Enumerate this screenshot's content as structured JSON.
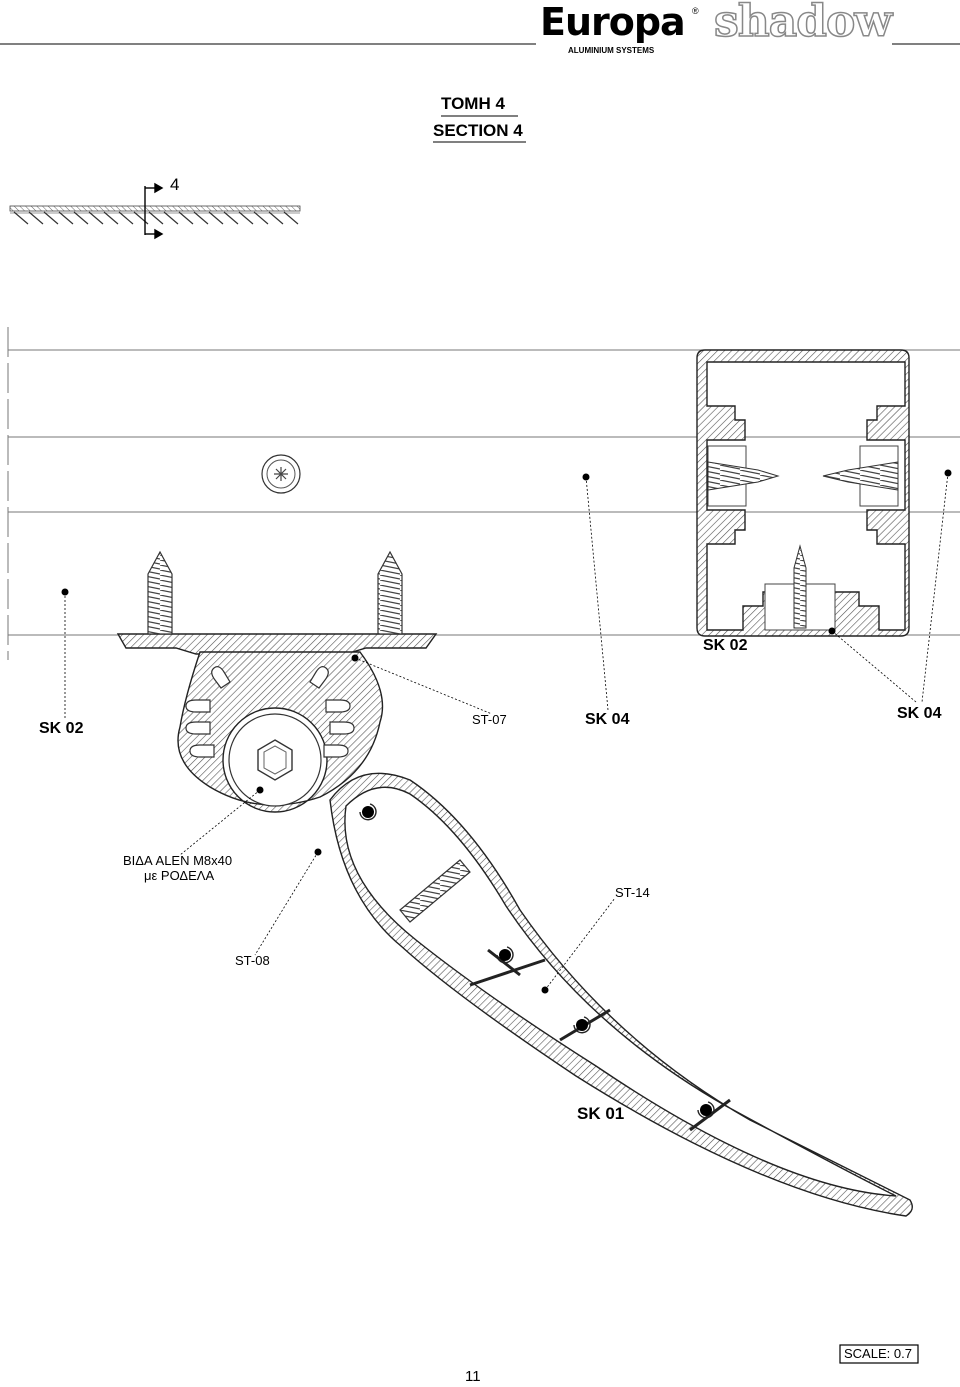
{
  "header": {
    "brand_name": "Europa",
    "brand_sub": "ALUMINIUM SYSTEMS",
    "product_name": "shadow",
    "registered_mark": "®"
  },
  "title": {
    "greek": "ΤΟΜΗ 4",
    "english": "SECTION 4"
  },
  "section_marker": "4",
  "labels": {
    "sk02_left": "SK 02",
    "sk02_right": "SK 02",
    "st07": "ST-07",
    "sk04_mid": "SK 04",
    "sk04_right": "SK 04",
    "screw_line1": "ΒΙΔΑ ALEN M8x40",
    "screw_line2": "με ΡΟΔΕΛΑ",
    "st14": "ST-14",
    "st08": "ST-08",
    "sk01": "SK 01"
  },
  "footer": {
    "scale": "SCALE: 0.7",
    "page_number": "11"
  }
}
